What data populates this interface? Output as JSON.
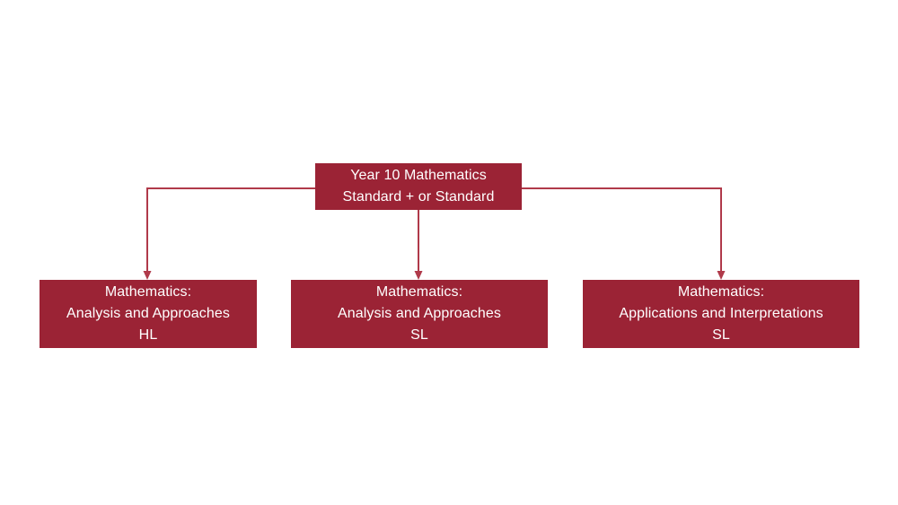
{
  "diagram": {
    "type": "flowchart",
    "orientation": "top-down",
    "background_color": "#FFFFFF",
    "node_fill_color": "#9B2335",
    "node_text_color": "#FFFFFF",
    "connector_color": "#B03A4A",
    "root": {
      "id": "root",
      "lines": [
        "Year 10 Mathematics",
        "Standard + or Standard"
      ]
    },
    "children": [
      {
        "id": "child-0",
        "lines": [
          "Mathematics:",
          "Analysis and Approaches",
          "HL"
        ]
      },
      {
        "id": "child-1",
        "lines": [
          "Mathematics:",
          "Analysis and Approaches",
          "SL"
        ]
      },
      {
        "id": "child-2",
        "lines": [
          "Mathematics:",
          "Applications and Interpretations",
          "SL"
        ]
      }
    ],
    "edges": [
      {
        "from": "root",
        "to": "child-0",
        "style": "elbow",
        "arrow": "triangle"
      },
      {
        "from": "root",
        "to": "child-1",
        "style": "straight",
        "arrow": "triangle"
      },
      {
        "from": "root",
        "to": "child-2",
        "style": "elbow",
        "arrow": "triangle"
      }
    ]
  }
}
